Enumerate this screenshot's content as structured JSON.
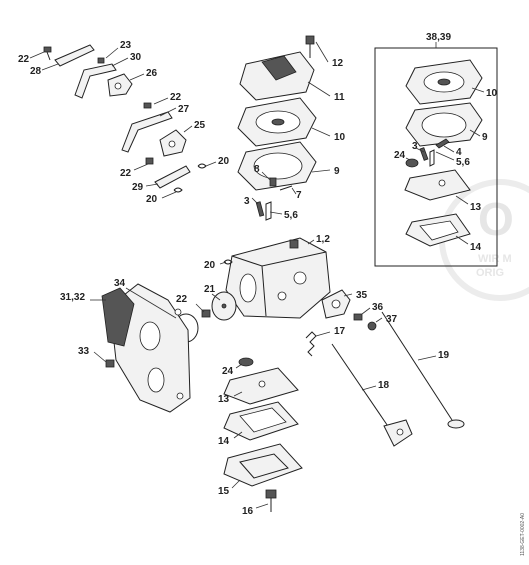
{
  "drawing_code": "1138-GET-0002-A0",
  "watermark": {
    "big": "O",
    "line1": "WIR M",
    "line2": "ORIG"
  },
  "callouts": {
    "c_1_2": "1,2",
    "c_5_6_left": "5,6",
    "c_5_6_box": "5,6",
    "c_3_left": "3",
    "c_3_box": "3",
    "c_4_box": "4",
    "c_7": "7",
    "c_8": "8",
    "c_9_top": "9",
    "c_9_box": "9",
    "c_10_top": "10",
    "c_10_box": "10",
    "c_11": "11",
    "c_12": "12",
    "c_13_box": "13",
    "c_13_low": "13",
    "c_14_box": "14",
    "c_14_low": "14",
    "c_15": "15",
    "c_16": "16",
    "c_17": "17",
    "c_18": "18",
    "c_19": "19",
    "c_20_a": "20",
    "c_20_b": "20",
    "c_20_c": "20",
    "c_21": "21",
    "c_22_a": "22",
    "c_22_b": "22",
    "c_22_c": "22",
    "c_22_d": "22",
    "c_23": "23",
    "c_24_box": "24",
    "c_24_low": "24",
    "c_25": "25",
    "c_26": "26",
    "c_27": "27",
    "c_28": "28",
    "c_29": "29",
    "c_30": "30",
    "c_31_32": "31,32",
    "c_33": "33",
    "c_34": "34",
    "c_35": "35",
    "c_36": "36",
    "c_37": "37",
    "c_38_39": "38,39"
  }
}
